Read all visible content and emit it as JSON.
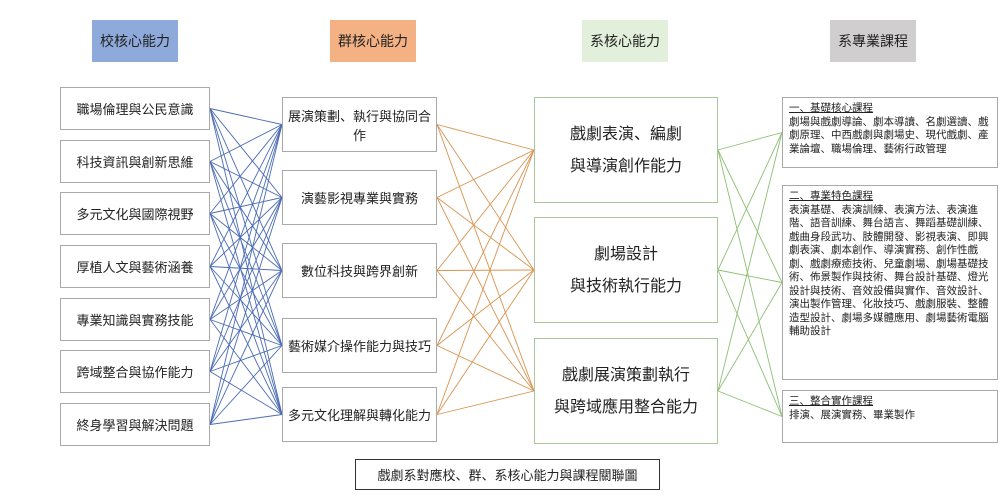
{
  "headers": {
    "school": "校核心能力",
    "group": "群核心能力",
    "dept": "系核心能力",
    "courses": "系專業課程"
  },
  "colors": {
    "school": "#8eaadb",
    "group": "#f4b183",
    "dept": "#e2efda",
    "courses": "#d0cece",
    "school_lines": "#4a6bb5",
    "group_lines": "#d9934f",
    "dept_lines": "#8cbf74"
  },
  "school": [
    "職場倫理與公民意識",
    "科技資訊與創新思維",
    "多元文化與國際視野",
    "厚植人文與藝術涵養",
    "專業知識與實務技能",
    "跨域整合與協作能力",
    "終身學習與解決問題"
  ],
  "group": [
    "展演策劃、執行與協同合作",
    "演藝影視專業與實務",
    "數位科技與跨界創新",
    "藝術媒介操作能力與技巧",
    "多元文化理解與轉化能力"
  ],
  "dept": [
    {
      "l1": "戲劇表演、編劇",
      "l2": "與導演創作能力"
    },
    {
      "l1": "劇場設計",
      "l2": "與技術執行能力"
    },
    {
      "l1": "戲劇展演策劃執行",
      "l2": "與跨域應用整合能力"
    }
  ],
  "courses": [
    {
      "title": "一、基礎核心課程",
      "body": "劇場與戲劇導論、劇本導讀、名劇選讀、戲劇原理、中西戲劇與劇場史、現代戲劇、產業論壇、職場倫理、藝術行政管理"
    },
    {
      "title": "二、專業特色課程",
      "body": "表演基礎、表演訓練、表演方法、表演進階、語音訓練、舞台語言、舞蹈基礎訓練、戲曲身段武功、肢體開發、影視表演、即興劇表演、劇本創作、導演實務、創作性戲劇、戲劇療癒技術、兒童劇場、劇場基礎技術、佈景製作與技術、舞台設計基礎、燈光設計與技術、音效設備與實作、音效設計、演出製作管理、化妝技巧、戲劇服裝、整體造型設計、劇場多媒體應用、劇場藝術電腦輔助設計"
    },
    {
      "title": "三、整合實作課程",
      "body": "排演、展演實務、畢業製作"
    }
  ],
  "caption": "戲劇系對應校、群、系核心能力與課程關聯圖"
}
